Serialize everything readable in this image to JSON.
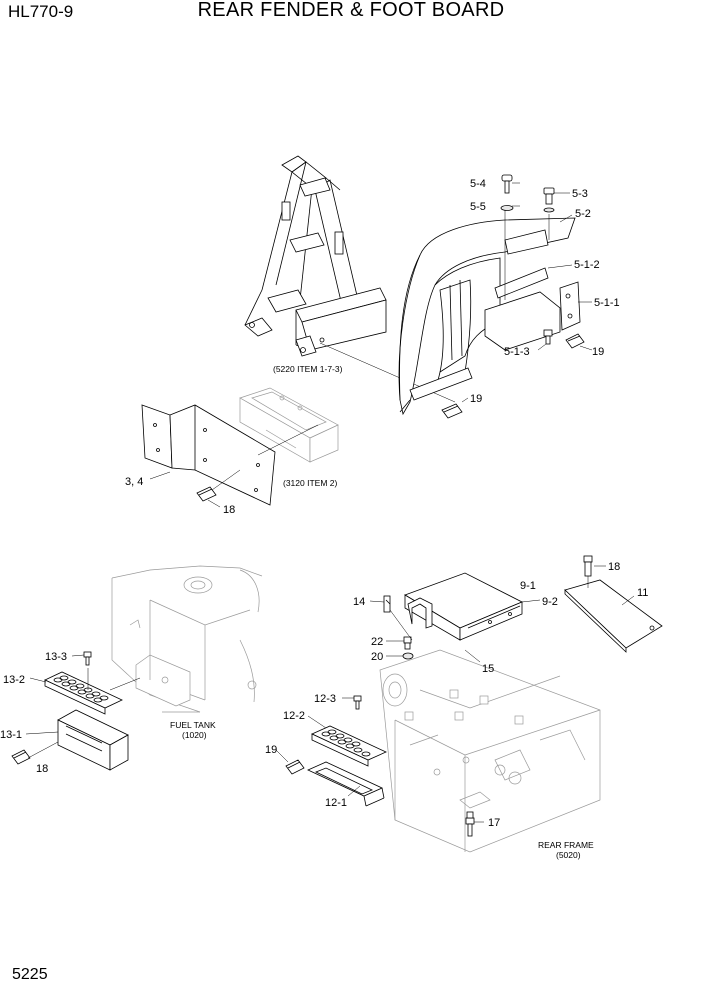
{
  "header": {
    "model": "HL770-9",
    "title": "REAR FENDER & FOOT BOARD"
  },
  "footer": {
    "page_number": "5225"
  },
  "callouts": {
    "c5_4": "5-4",
    "c5_3": "5-3",
    "c5_5": "5-5",
    "c5_2": "5-2",
    "c5_1_2": "5-1-2",
    "c5_1_1": "5-1-1",
    "c5_1_3": "5-1-3",
    "c19a": "19",
    "c19b": "19",
    "c3_4": "3, 4",
    "c18a": "18",
    "c18b": "18",
    "c11": "11",
    "c9_1": "9-1",
    "c9_2": "9-2",
    "c14": "14",
    "c22": "22",
    "c20": "20",
    "c15": "15",
    "c13_3": "13-3",
    "c13_2": "13-2",
    "c13_1": "13-1",
    "c18c": "18",
    "c12_3": "12-3",
    "c12_2": "12-2",
    "c19c": "19",
    "c12_1": "12-1",
    "c17": "17"
  },
  "references": {
    "ref_5220": "(5220 ITEM 1-7-3)",
    "ref_3120": "(3120 ITEM 2)",
    "fuel_tank_1": "FUEL TANK",
    "fuel_tank_2": "(1020)",
    "rear_frame_1": "REAR FRAME",
    "rear_frame_2": "(5020)"
  }
}
